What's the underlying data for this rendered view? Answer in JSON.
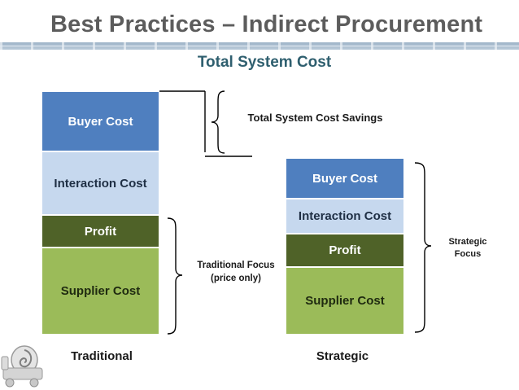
{
  "title": "Best Practices – Indirect  Procurement",
  "subtitle": "Total System Cost",
  "traditional": {
    "buyer_cost": "Buyer Cost",
    "interaction_cost": "Interaction Cost",
    "profit": "Profit",
    "supplier_cost": "Supplier Cost",
    "caption": "Traditional"
  },
  "strategic": {
    "buyer_cost": "Buyer Cost",
    "interaction_cost": "Interaction Cost",
    "profit": "Profit",
    "supplier_cost": "Supplier Cost",
    "caption": "Strategic"
  },
  "annotations": {
    "savings": "Total  System Cost Savings",
    "traditional_focus_line1": "Traditional Focus",
    "traditional_focus_line2": "(price only)",
    "strategic_focus_line1": "Strategic",
    "strategic_focus_line2": "Focus"
  },
  "colors": {
    "buyer": "#4f7fbf",
    "interaction": "#c6d8ee",
    "profit": "#4f6228",
    "supplier": "#9bbb59",
    "title": "#5c5c5c",
    "subtitle": "#2f5f6f"
  }
}
